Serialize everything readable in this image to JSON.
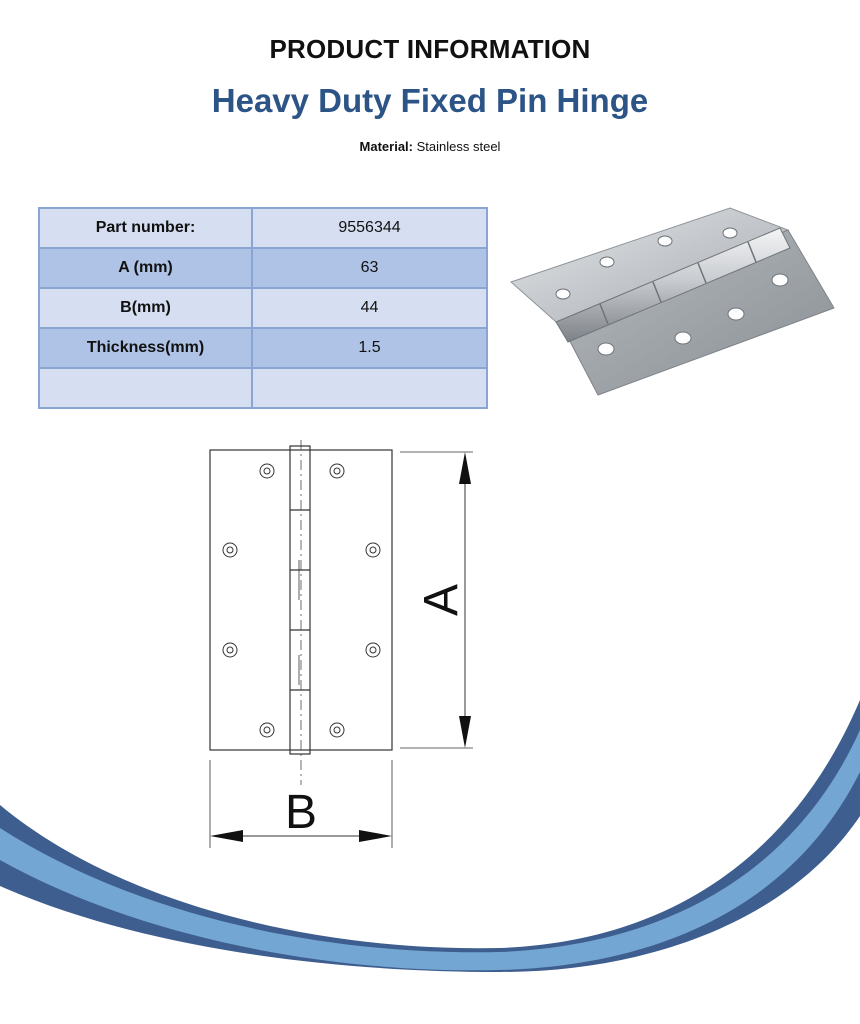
{
  "header": {
    "kicker": "PRODUCT INFORMATION",
    "title": "Heavy Duty Fixed Pin Hinge"
  },
  "material": {
    "label": "Material:",
    "value": "Stainless steel"
  },
  "spec_table": [
    {
      "label": "Part number:",
      "value": "9556344"
    },
    {
      "label": "A (mm)",
      "value": "63"
    },
    {
      "label": "B(mm)",
      "value": "44"
    },
    {
      "label": "Thickness(mm)",
      "value": "1.5"
    },
    {
      "label": "",
      "value": ""
    }
  ],
  "drawing": {
    "dimension_a": "A",
    "dimension_b": "B"
  },
  "colors": {
    "title_blue": "#2c5486",
    "table_border": "#8ba5d2",
    "row_light": "#d6dff2",
    "row_dark": "#aec3e6",
    "wave_dark": "#3d5e8e",
    "wave_light": "#74a6d3"
  }
}
